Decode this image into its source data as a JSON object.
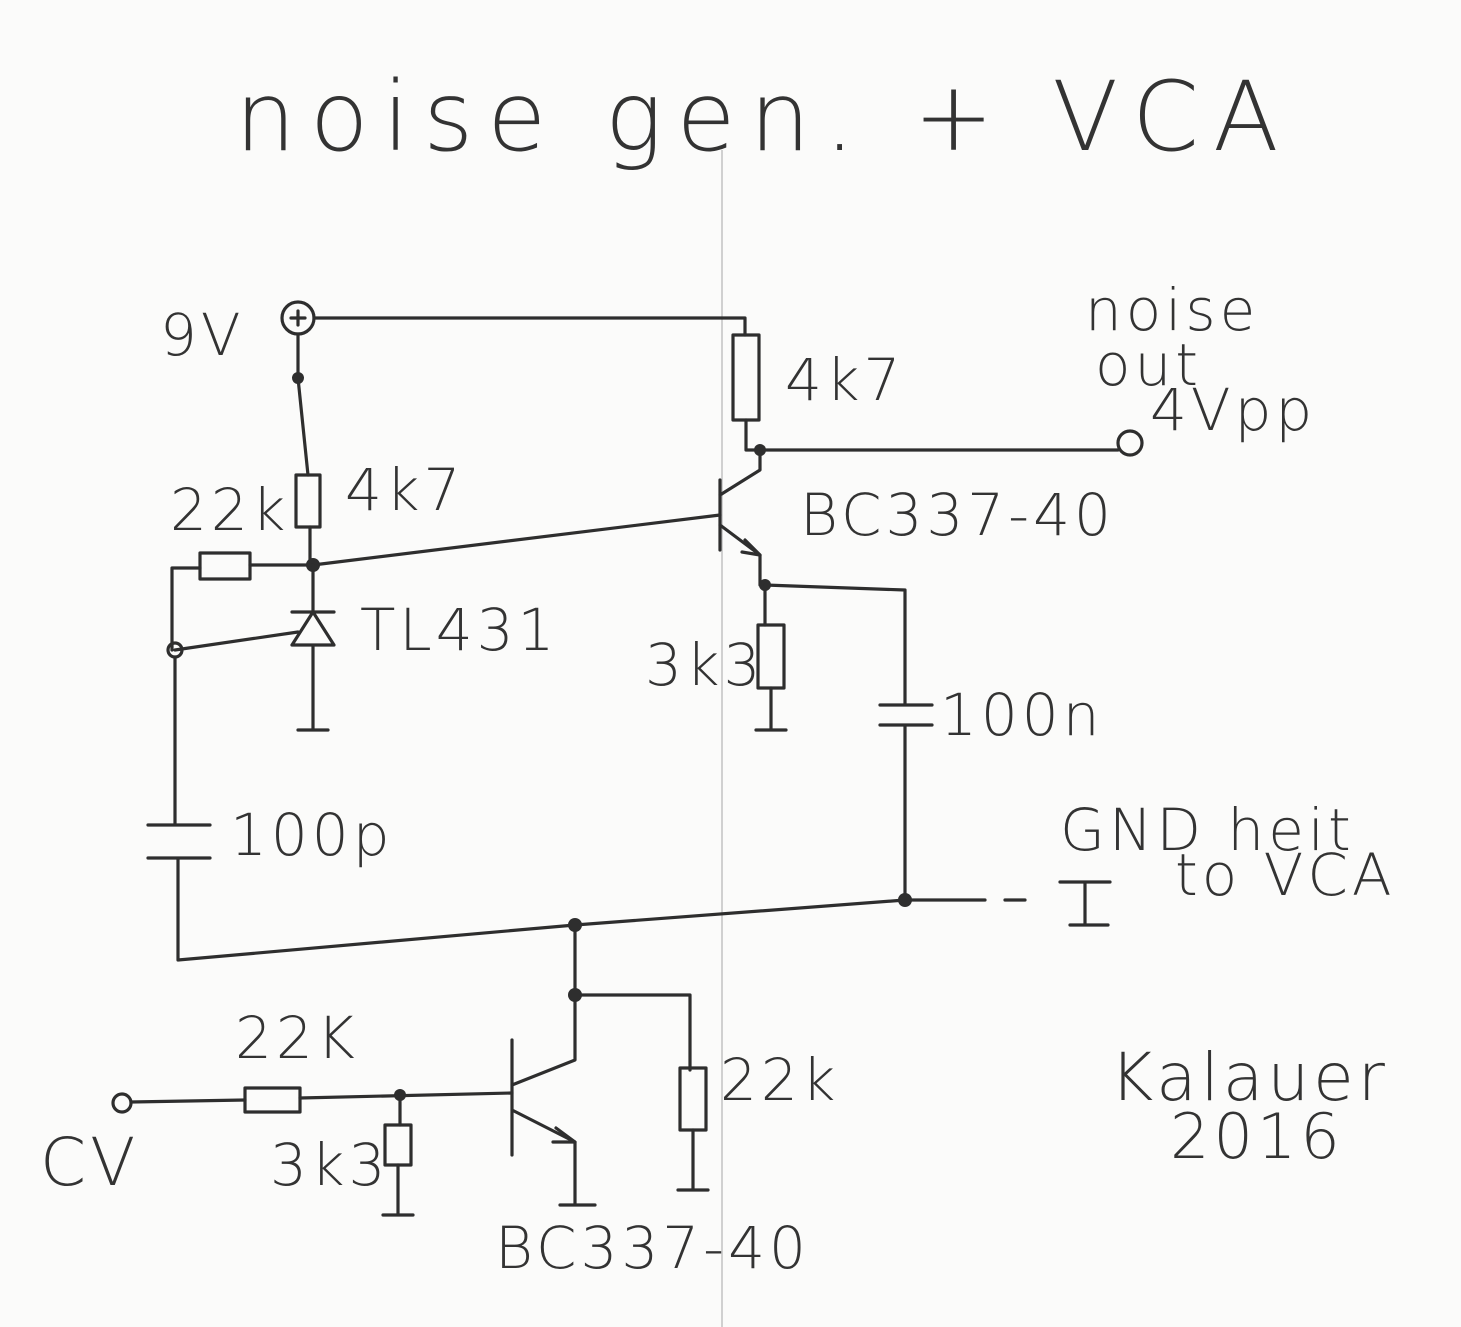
{
  "title": "noise gen. + VCA",
  "labels": {
    "supply": "9V",
    "r_collector": "4k7",
    "noise_out_1": "noise",
    "noise_out_2": "out",
    "amplitude": "4Vpp",
    "r_zener_feedback": "22k",
    "r_zener_bias": "4k7",
    "q1": "BC337-40",
    "zener": "TL431",
    "r_emitter": "3k3",
    "cap_coupling": "100n",
    "cap_filter": "100p",
    "gnd_1": "GND heit",
    "gnd_2": "to VCA",
    "r_cv_series": "22K",
    "r_collector_vca": "22k",
    "cv": "CV",
    "r_cv_shunt": "3k3",
    "q2": "BC337-40",
    "signature_1": "Kalauer",
    "signature_2": "2016"
  },
  "colors": {
    "ink": "#2e2e2e",
    "paper": "#fbfbfa"
  }
}
